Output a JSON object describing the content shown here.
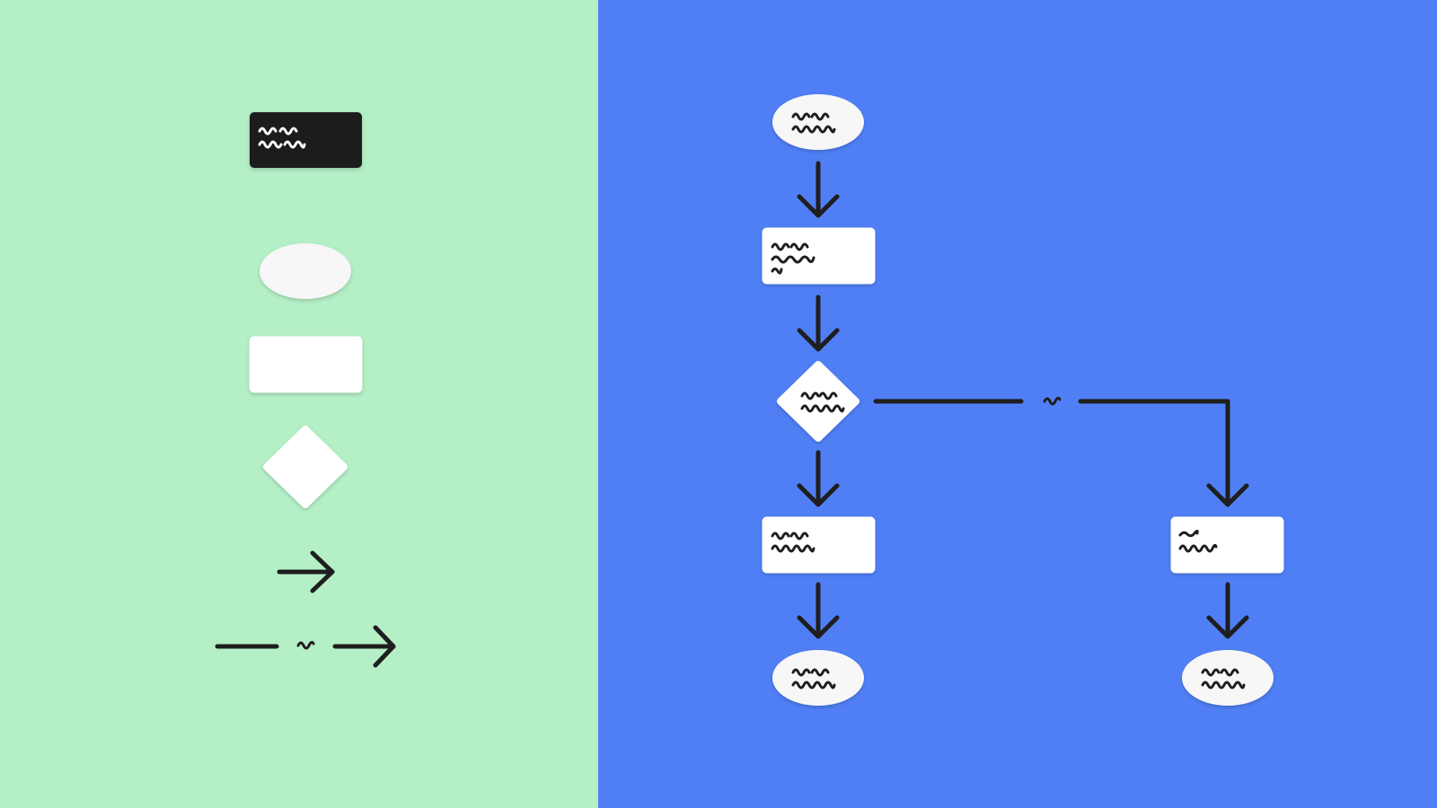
{
  "colors": {
    "left_background": "#b4efc6",
    "right_background": "#507ff5",
    "ink": "#1e1e1e",
    "shape_fill": "#ffffff",
    "oval_fill": "#f7f7f7",
    "legend_process_fill": "#1e1e1e",
    "legend_process_scribble": "#ffffff"
  },
  "legend": {
    "items": [
      {
        "name": "process-with-text",
        "icon": "dark-rectangle-scribble"
      },
      {
        "name": "terminator",
        "icon": "oval"
      },
      {
        "name": "process",
        "icon": "rectangle"
      },
      {
        "name": "decision",
        "icon": "diamond"
      },
      {
        "name": "flow-arrow",
        "icon": "arrow-right"
      },
      {
        "name": "labeled-flow-arrow",
        "icon": "line-label-arrow"
      }
    ]
  },
  "flowchart": {
    "nodes": [
      {
        "id": "start",
        "shape": "oval",
        "scribble": "two-lines"
      },
      {
        "id": "step-1",
        "shape": "rectangle",
        "scribble": "three-lines"
      },
      {
        "id": "decision",
        "shape": "diamond",
        "scribble": "two-lines"
      },
      {
        "id": "step-2a",
        "shape": "rectangle",
        "scribble": "two-lines"
      },
      {
        "id": "step-2b",
        "shape": "rectangle",
        "scribble": "two-lines-short"
      },
      {
        "id": "end-a",
        "shape": "oval",
        "scribble": "two-lines"
      },
      {
        "id": "end-b",
        "shape": "oval",
        "scribble": "two-lines"
      }
    ],
    "edges": [
      {
        "from": "start",
        "to": "step-1"
      },
      {
        "from": "step-1",
        "to": "decision"
      },
      {
        "from": "decision",
        "to": "step-2a"
      },
      {
        "from": "decision",
        "to": "step-2b",
        "labeled": true
      },
      {
        "from": "step-2a",
        "to": "end-a"
      },
      {
        "from": "step-2b",
        "to": "end-b"
      }
    ]
  }
}
